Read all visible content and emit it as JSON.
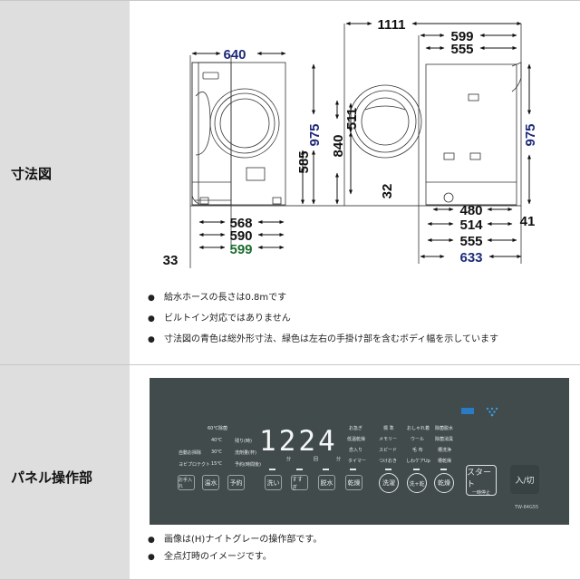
{
  "sections": {
    "dimensions": {
      "label": "寸法図",
      "diagram": {
        "front_view": {
          "width_total": "640",
          "height_total": "975",
          "door_height": "585",
          "base_568": "568",
          "base_590": "590",
          "body_width_green": "599",
          "door_offset": "33"
        },
        "side_view": {
          "depth_with_door_open": "1111",
          "depth_599": "599",
          "depth_555_top": "555",
          "height_total": "975",
          "door_center_height": "840",
          "door_diameter": "511",
          "bottom_clearance": "32",
          "base_480": "480",
          "base_514": "514",
          "base_555": "555",
          "depth_total_blue": "633",
          "rear_offset": "41"
        },
        "colors": {
          "blue": "#1e2a7a",
          "green": "#1c6b2e",
          "black": "#111111"
        }
      },
      "notes": [
        "給水ホースの長さは0.8mです",
        "ビルトイン対応ではありません",
        "寸法図の青色は総外形寸法、緑色は左右の手掛け部を含むボディ幅を示しています"
      ]
    },
    "panel": {
      "label": "パネル操作部",
      "display_digits": "1224",
      "display_units": [
        "分",
        "回",
        "分"
      ],
      "temp_labels": [
        "60℃除菌",
        "40℃",
        "30℃",
        "15℃"
      ],
      "left_labels": [
        "自動お掃除",
        "ヨビプロテクト"
      ],
      "reserve_labels": [
        "残り(時)",
        "洗剤量(杯)",
        "予約(時間後)"
      ],
      "left_buttons": [
        "お手入れ",
        "温水",
        "予約"
      ],
      "step_buttons": [
        "洗い",
        "すすぎ",
        "脱水",
        "乾燥"
      ],
      "option_labels": [
        "お急ぎ",
        "低温乾燥",
        "念入り",
        "タイマー"
      ],
      "course_col1": [
        "標 準",
        "メモリー",
        "スピード",
        "つけおき"
      ],
      "course_col2": [
        "おしゃれ着",
        "ウール",
        "毛 布",
        "しわケアUp"
      ],
      "course_col3": [
        "除菌脱水",
        "除菌消臭",
        "槽洗浄",
        "槽乾燥"
      ],
      "round_buttons": [
        "洗濯",
        "洗+乾",
        "乾燥"
      ],
      "start_button": {
        "main": "スタート",
        "sub": "一時停止"
      },
      "power_button": "入/切",
      "plasmacluster_label": "プラズマクラスター",
      "model": "TW-84G55",
      "notes": [
        "画像は(H)ナイトグレーの操作部です。",
        "全点灯時のイメージです。"
      ]
    }
  }
}
